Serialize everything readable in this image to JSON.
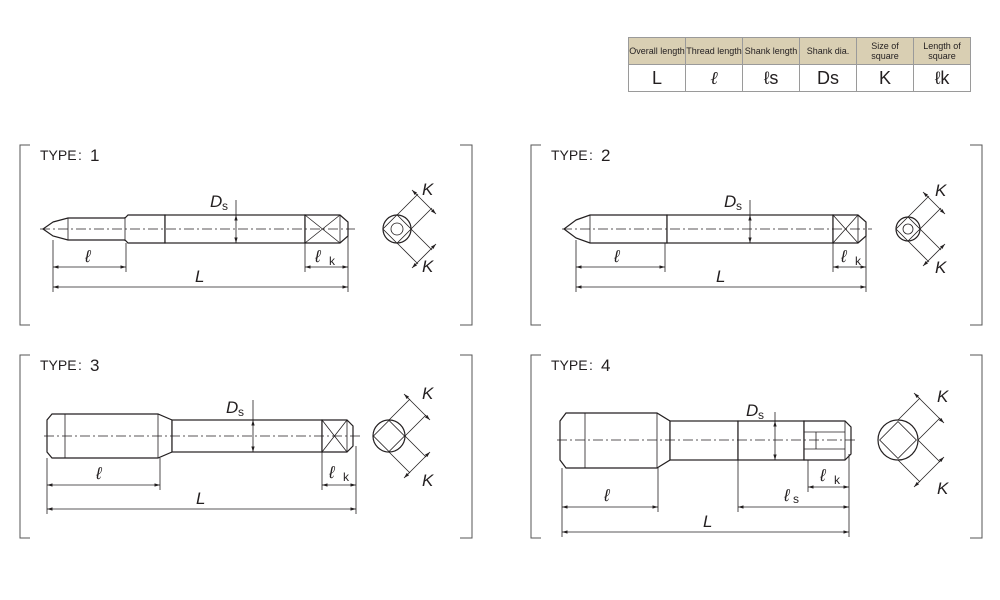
{
  "legend": {
    "headers": [
      "Overall length",
      "Thread length",
      "Shank length",
      "Shank dia.",
      "Size of square",
      "Length of square"
    ],
    "symbols": [
      "L",
      "ℓ",
      "ℓs",
      "Ds",
      "K",
      "ℓk"
    ]
  },
  "types": [
    {
      "label": "TYPE",
      "number": "1"
    },
    {
      "label": "TYPE",
      "number": "2"
    },
    {
      "label": "TYPE",
      "number": "3"
    },
    {
      "label": "TYPE",
      "number": "4"
    }
  ],
  "dims": {
    "L": "L",
    "l": "ℓ",
    "D": "D",
    "s": "s",
    "K": "K",
    "k": "k"
  }
}
